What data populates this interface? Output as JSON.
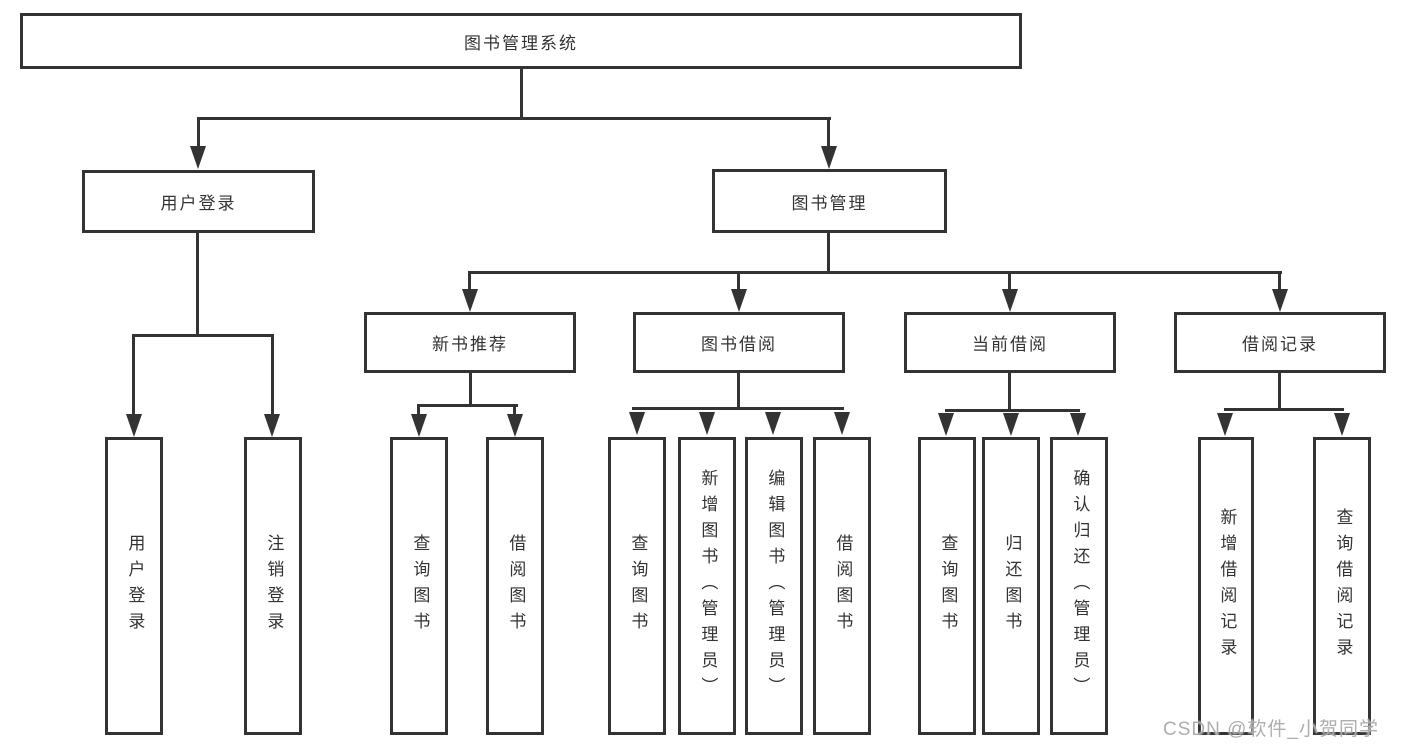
{
  "diagram": {
    "root_label": "图书管理系统",
    "level2": {
      "user_login": "用户登录",
      "book_management": "图书管理"
    },
    "level3": {
      "new_book_rec": "新书推荐",
      "book_borrowing": "图书借阅",
      "current_borrowing": "当前借阅",
      "borrowing_records": "借阅记录"
    },
    "leaves": {
      "user_login": [
        "用户登录",
        "注销登录"
      ],
      "new_book_rec": [
        "查询图书",
        "借阅图书"
      ],
      "book_borrowing": [
        "查询图书",
        "新增图书（管理员）",
        "编辑图书（管理员）",
        "借阅图书"
      ],
      "current_borrowing": [
        "查询图书",
        "归还图书",
        "确认归还（管理员）"
      ],
      "borrowing_records": [
        "新增借阅记录",
        "查询借阅记录"
      ]
    }
  },
  "watermark": {
    "text": "CSDN @软件_小贺同学"
  },
  "colors": {
    "line": "#333333",
    "box_border": "#333333",
    "text": "#333333",
    "background": "#ffffff",
    "watermark": "#a5a5a5"
  }
}
